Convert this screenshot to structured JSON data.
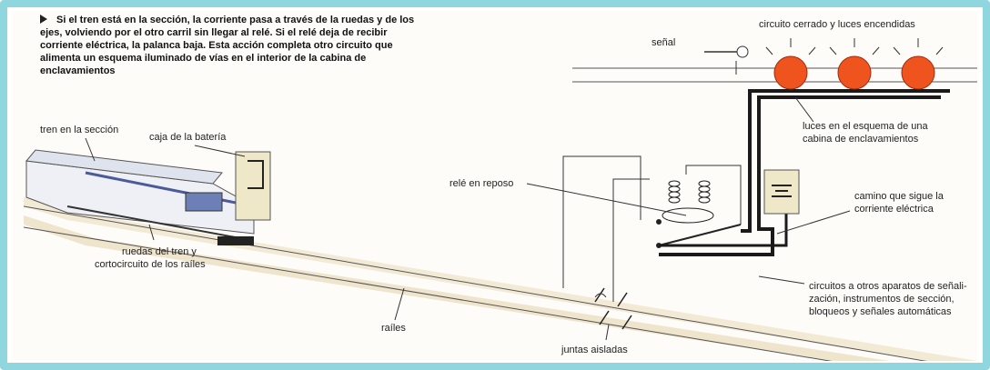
{
  "intro_text": "Si el tren está en la sección, la corriente pasa a través de la ruedas y de los ejes, volviendo por el otro carril sin llegar al relé. Si el relé deja de recibir corriente eléctrica, la palanca baja. Esta acción completa otro circuito que alimenta un esquema iluminado de vías en el interior de la cabina de enclavamientos",
  "labels": {
    "train_in_section": "tren en la sección",
    "battery_box": "caja de la batería",
    "wheels_short_circuit_1": "ruedas del tren y",
    "wheels_short_circuit_2": "cortocircuito de los raíles",
    "rails": "raíles",
    "insulated_joints": "juntas aisladas",
    "relay_at_rest": "relé en reposo",
    "signal": "señal",
    "closed_circuit_lights_on": "circuito cerrado y luces encendidas",
    "lights_scheme_1": "luces en el esquema de una",
    "lights_scheme_2": "cabina de enclavamientos",
    "current_path_1": "camino que sigue la",
    "current_path_2": "corriente eléctrica",
    "other_circuits_1": "circuitos a otros aparatos de señali-",
    "other_circuits_2": "zación, instrumentos de sección,",
    "other_circuits_3": "bloqueos y señales automáticas"
  },
  "colors": {
    "frame": "#8fd6de",
    "lamp": "#f0541e",
    "rail": "#f3ead6",
    "wire": "#222222",
    "box": "#efe8c8"
  }
}
